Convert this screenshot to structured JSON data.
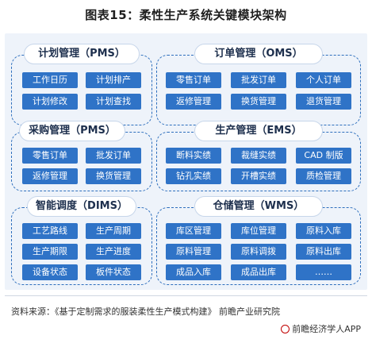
{
  "title": "图表15：柔性生产系统关键模块架构",
  "accent_color": "#2f73c7",
  "modules": [
    {
      "title": "计划管理（PMS）",
      "items": [
        "工作日历",
        "计划排产",
        "计划修改",
        "计划查找"
      ]
    },
    {
      "title": "订单管理（OMS）",
      "items": [
        "零售订单",
        "批发订单",
        "个人订单",
        "返修管理",
        "换货管理",
        "退货管理"
      ]
    },
    {
      "title": "采购管理（PMS）",
      "items": [
        "零售订单",
        "批发订单",
        "返修管理",
        "换货管理"
      ]
    },
    {
      "title": "生产管理（EMS）",
      "items": [
        "断料实绩",
        "裁缝实绩",
        "CAD 制版",
        "钻孔实绩",
        "开槽实绩",
        "质检管理"
      ]
    },
    {
      "title": "智能调度（DIMS）",
      "items": [
        "工艺路线",
        "生产周期",
        "生产期限",
        "生产进度",
        "设备状态",
        "板件状态"
      ]
    },
    {
      "title": "仓储管理（WMS）",
      "items": [
        "库区管理",
        "库位管理",
        "原料入库",
        "原料管理",
        "原料调拨",
        "原料出库",
        "成品入库",
        "成品出库",
        "……"
      ]
    }
  ],
  "footer": {
    "source": "资料来源：《基于定制需求的服装柔性生产模式构建》 前瞻产业研究院",
    "brand": "前瞻经济学人APP"
  }
}
